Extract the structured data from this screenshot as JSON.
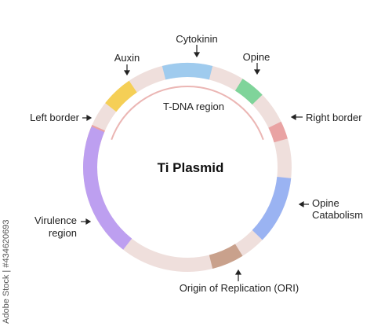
{
  "title": "Ti Plasmid",
  "tdna_label": "T-DNA region",
  "labels": {
    "cytokinin": "Cytokinin",
    "auxin": "Auxin",
    "opine": "Opine",
    "left_border": "Left border",
    "right_border": "Right border",
    "opine_catabolism_1": "Opine",
    "opine_catabolism_2": "Catabolism",
    "virulence_1": "Virulence",
    "virulence_2": "region",
    "ori": "Origin of Replication (ORI)"
  },
  "stock_id": "Adobe Stock | #434620693",
  "colors": {
    "ring_base": "#efdfdc",
    "cytokinin": "#9fcbee",
    "auxin": "#f5cf56",
    "opine": "#7fd49a",
    "border": "#e9a3a3",
    "opine_catabolism": "#9ab3f2",
    "virulence": "#bd9ff0",
    "ori": "#c9a18c",
    "tdna_arc": "#ebb6b4"
  }
}
